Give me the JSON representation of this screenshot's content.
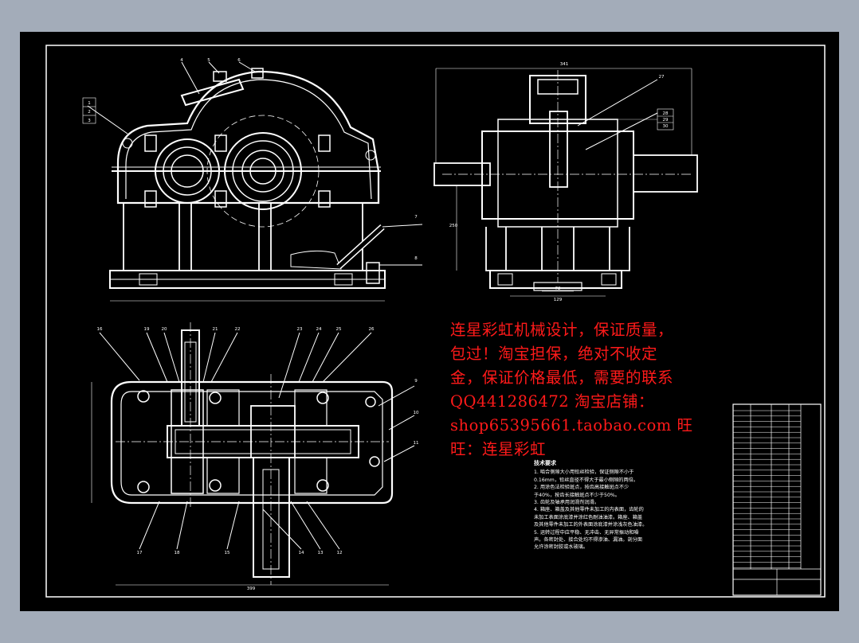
{
  "watermark": {
    "lines": [
      "连星彩虹机械设计，保证质量，",
      "包过！淘宝担保，绝对不收定",
      "金，保证价格最低，需要的联系",
      "QQ441286472   淘宝店铺：",
      "shop65395661.taobao.com 旺",
      "旺：连星彩虹"
    ]
  },
  "tech_notes": {
    "title": "技术要求",
    "lines": [
      "1. 啮合侧隙大小用铅丝检验，保证侧隙不小于",
      "0.16mm，铅丝直径不得大于最小侧隙的两倍。",
      "2. 用涂色法检验斑点，按齿高接触斑点不少",
      "于40%，按齿长接触斑点不少于50%。",
      "3. 齿轮及轴承用润滑剂润滑。",
      "4. 箱座、箱盖及其他零件未加工的内表面，齿轮的",
      "未加工表面涂底漆并涂红色耐油油漆。箱座、箱盖",
      "及其他零件未加工的外表面涂底漆并涂浅灰色油漆。",
      "5. 运转过程中应平稳、无冲击、无异常振动和噪",
      "声。各密封处、接合处均不得渗油、漏油。剖分面",
      "允许涂密封胶或水玻璃。"
    ]
  },
  "dimensions": {
    "top_right_width": "341",
    "top_right_base": "129",
    "top_right_base_inner": "72",
    "top_right_height": "250",
    "bottom_width": "399"
  },
  "part_labels": {
    "front_top": [
      "4",
      "5",
      "6"
    ],
    "front_left": [
      "1",
      "2",
      "3"
    ],
    "front_right": [
      "7",
      "8"
    ],
    "side_right": [
      "27",
      "28",
      "29",
      "30"
    ],
    "plan_top": [
      "16",
      "19",
      "20",
      "21",
      "22",
      "23",
      "24",
      "25",
      "26"
    ],
    "plan_right": [
      "9",
      "10",
      "11"
    ],
    "plan_bottom": [
      "17",
      "18",
      "15",
      "14",
      "13",
      "12"
    ]
  },
  "colors": {
    "background": "#a3acb9",
    "sheet": "#000000",
    "lines": "#ffffff",
    "watermark": "#ff1a1a"
  }
}
